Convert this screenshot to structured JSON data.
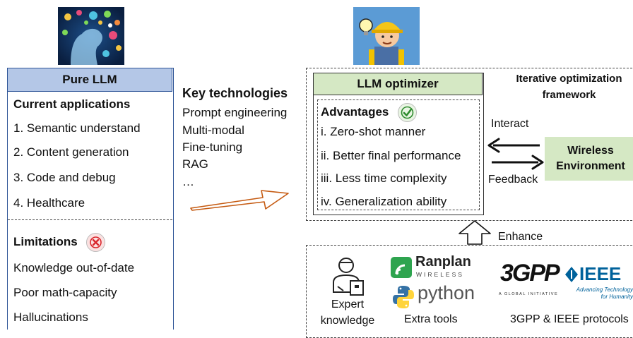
{
  "pure_llm": {
    "title": "Pure LLM",
    "current_applications_heading": "Current applications",
    "applications": [
      "1. Semantic understand",
      "2. Content generation",
      "3. Code and debug",
      "4. Healthcare"
    ],
    "limitations_heading": "Limitations",
    "limitations": [
      "Knowledge out-of-date",
      "Poor math-capacity",
      "Hallucinations"
    ]
  },
  "key_technologies": {
    "heading": "Key technologies",
    "items": [
      "Prompt engineering",
      "Multi-modal",
      "Fine-tuning",
      "RAG",
      "…"
    ]
  },
  "optimizer": {
    "title": "LLM optimizer",
    "advantages_heading": "Advantages",
    "advantages": [
      "i. Zero-shot manner",
      "ii. Better final performance",
      "iii. Less time complexity",
      "iv. Generalization ability"
    ]
  },
  "framework": {
    "title_line1": "Iterative optimization",
    "title_line2": "framework",
    "interact_label": "Interact",
    "feedback_label": "Feedback",
    "wireless_line1": "Wireless",
    "wireless_line2": "Environment",
    "enhance_label": "Enhance"
  },
  "tools": {
    "expert_line1": "Expert",
    "expert_line2": "knowledge",
    "extra_tools_label": "Extra tools",
    "protocols_label": "3GPP & IEEE protocols",
    "ranplan_name": "Ranplan",
    "ranplan_sub": "WIRELESS",
    "python_name": "python",
    "tgpp_name": "3GPP",
    "tgpp_sub": "A GLOBAL INITIATIVE",
    "ieee_name": "IEEE",
    "ieee_tagline_1": "Advancing Technology",
    "ieee_tagline_2": "for Humanity"
  },
  "colors": {
    "pure_header": "#b4c7e7",
    "pure_border": "#2f5597",
    "optimizer_header": "#d5e8c4",
    "wireless_fill": "#d5e8c4",
    "check_green": "#2e8b2e",
    "cross_red": "#d9262c",
    "arrow_orange": "#c55a11",
    "ieee_blue": "#00629b",
    "python_blue": "#3572a5",
    "python_yellow": "#ffd43b",
    "ranplan_green": "#2ea44f"
  },
  "icons": [
    "brain-ai-icon",
    "engineer-icon",
    "check-icon",
    "cross-icon",
    "expert-person-icon",
    "ranplan-logo",
    "python-logo",
    "3gpp-logo",
    "ieee-logo"
  ]
}
